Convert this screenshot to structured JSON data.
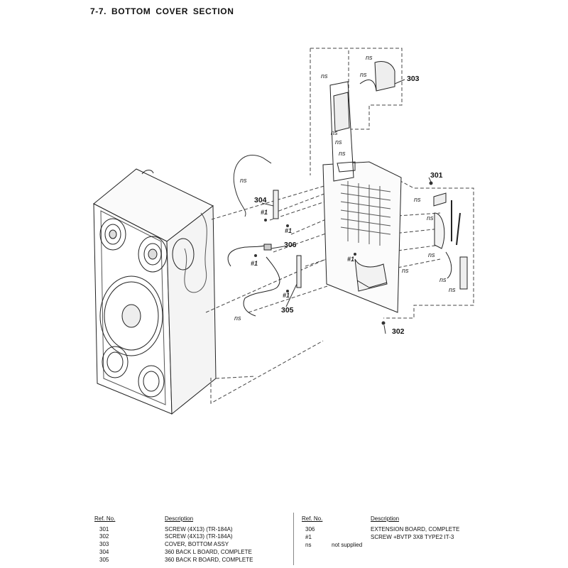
{
  "page_title": "7-7.   BOTTOM COVER SECTION",
  "callouts": {
    "c301": "301",
    "c302": "302",
    "c303": "303",
    "c304": "304",
    "c305": "305",
    "c306": "306",
    "ns": "ns",
    "ref1": "#1"
  },
  "parts_table": {
    "col_ref_header": "Ref. No.",
    "col_desc_header": "Description",
    "left": [
      {
        "ref": "301",
        "desc": "SCREW (4X13) (TR-184A)"
      },
      {
        "ref": "302",
        "desc": "SCREW (4X13) (TR-184A)"
      },
      {
        "ref": "303",
        "desc": "COVER, BOTTOM ASSY"
      },
      {
        "ref": "304",
        "desc": "360 BACK L BOARD, COMPLETE"
      },
      {
        "ref": "305",
        "desc": "360 BACK R BOARD, COMPLETE"
      }
    ],
    "right": [
      {
        "ref": "306",
        "desc": "EXTENSION BOARD, COMPLETE"
      },
      {
        "ref": "#1",
        "desc": "SCREW +BVTP 3X8 TYPE2 IT-3"
      },
      {
        "ref": "ns",
        "desc": "not supplied"
      }
    ]
  }
}
